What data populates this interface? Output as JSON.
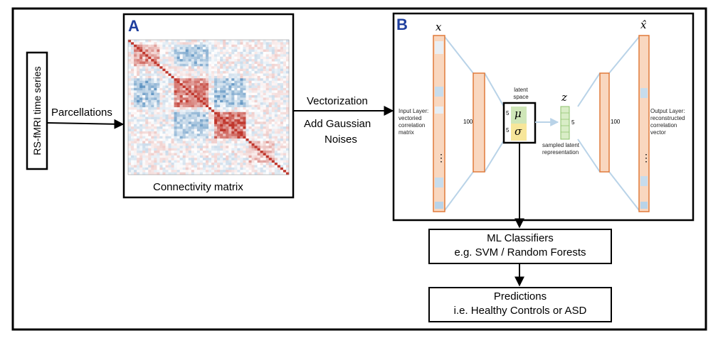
{
  "left": {
    "rs_fmri": "RS-fMRI time series",
    "parcellations": "Parcellations"
  },
  "panel_a": {
    "letter": "A",
    "caption": "Connectivity matrix"
  },
  "middle": {
    "vectorization": "Vectorization",
    "noise_line1": "Add Gaussian",
    "noise_line2": "Noises"
  },
  "panel_b": {
    "letter": "B",
    "x": "x",
    "x_hat": "x̂",
    "z": "z",
    "input_layer": "Input Layer: vectoried correlation matrix",
    "output_layer": "Output Layer: reconstructed correlation vector",
    "hidden_left": "100",
    "hidden_right": "100",
    "latent_space": "latent space",
    "mu": "μ",
    "sigma": "σ",
    "mu_dim": "5",
    "sigma_dim": "5",
    "z_dim": "5",
    "sampled": "sampled latent representation",
    "dots": "⋮"
  },
  "classifier": {
    "line1": "ML Classifiers",
    "line2": "e.g. SVM / Random Forests"
  },
  "predictions": {
    "line1": "Predictions",
    "line2": "i.e. Healthy Controls or ASD"
  },
  "colors": {
    "border": "#000000",
    "panel_letter": "#1f3f9e",
    "layer_fill": "#f9d7bf",
    "layer_stroke": "#e07a3a",
    "connector": "#b9d3e8",
    "mu_fill": "#cfe6b8",
    "sigma_fill": "#f7e69a",
    "matrix_red": "#c0392b",
    "matrix_blue": "#2f6fb0"
  }
}
